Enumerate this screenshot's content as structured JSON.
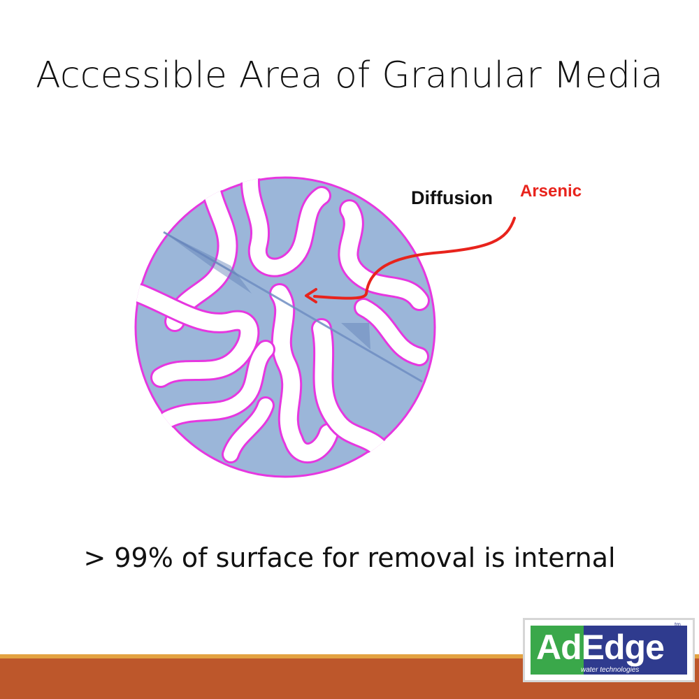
{
  "slide": {
    "title": "Accessible Area of Granular Media",
    "caption": "> 99% of surface for removal is internal"
  },
  "diagram": {
    "label_diffusion": "Diffusion",
    "label_arsenic": "Arsenic",
    "colors": {
      "grain_fill": "#9bb6d9",
      "grain_outline": "#e637e0",
      "arrow": "#e8231c",
      "line": "#6f8ec2"
    }
  },
  "logo": {
    "brand_part1": "Ad",
    "brand_part2": "Edge",
    "subtitle": "water technologies",
    "tm": "tm"
  },
  "footer": {
    "band_color": "#bd572b",
    "stripe_color": "#e3a241"
  }
}
